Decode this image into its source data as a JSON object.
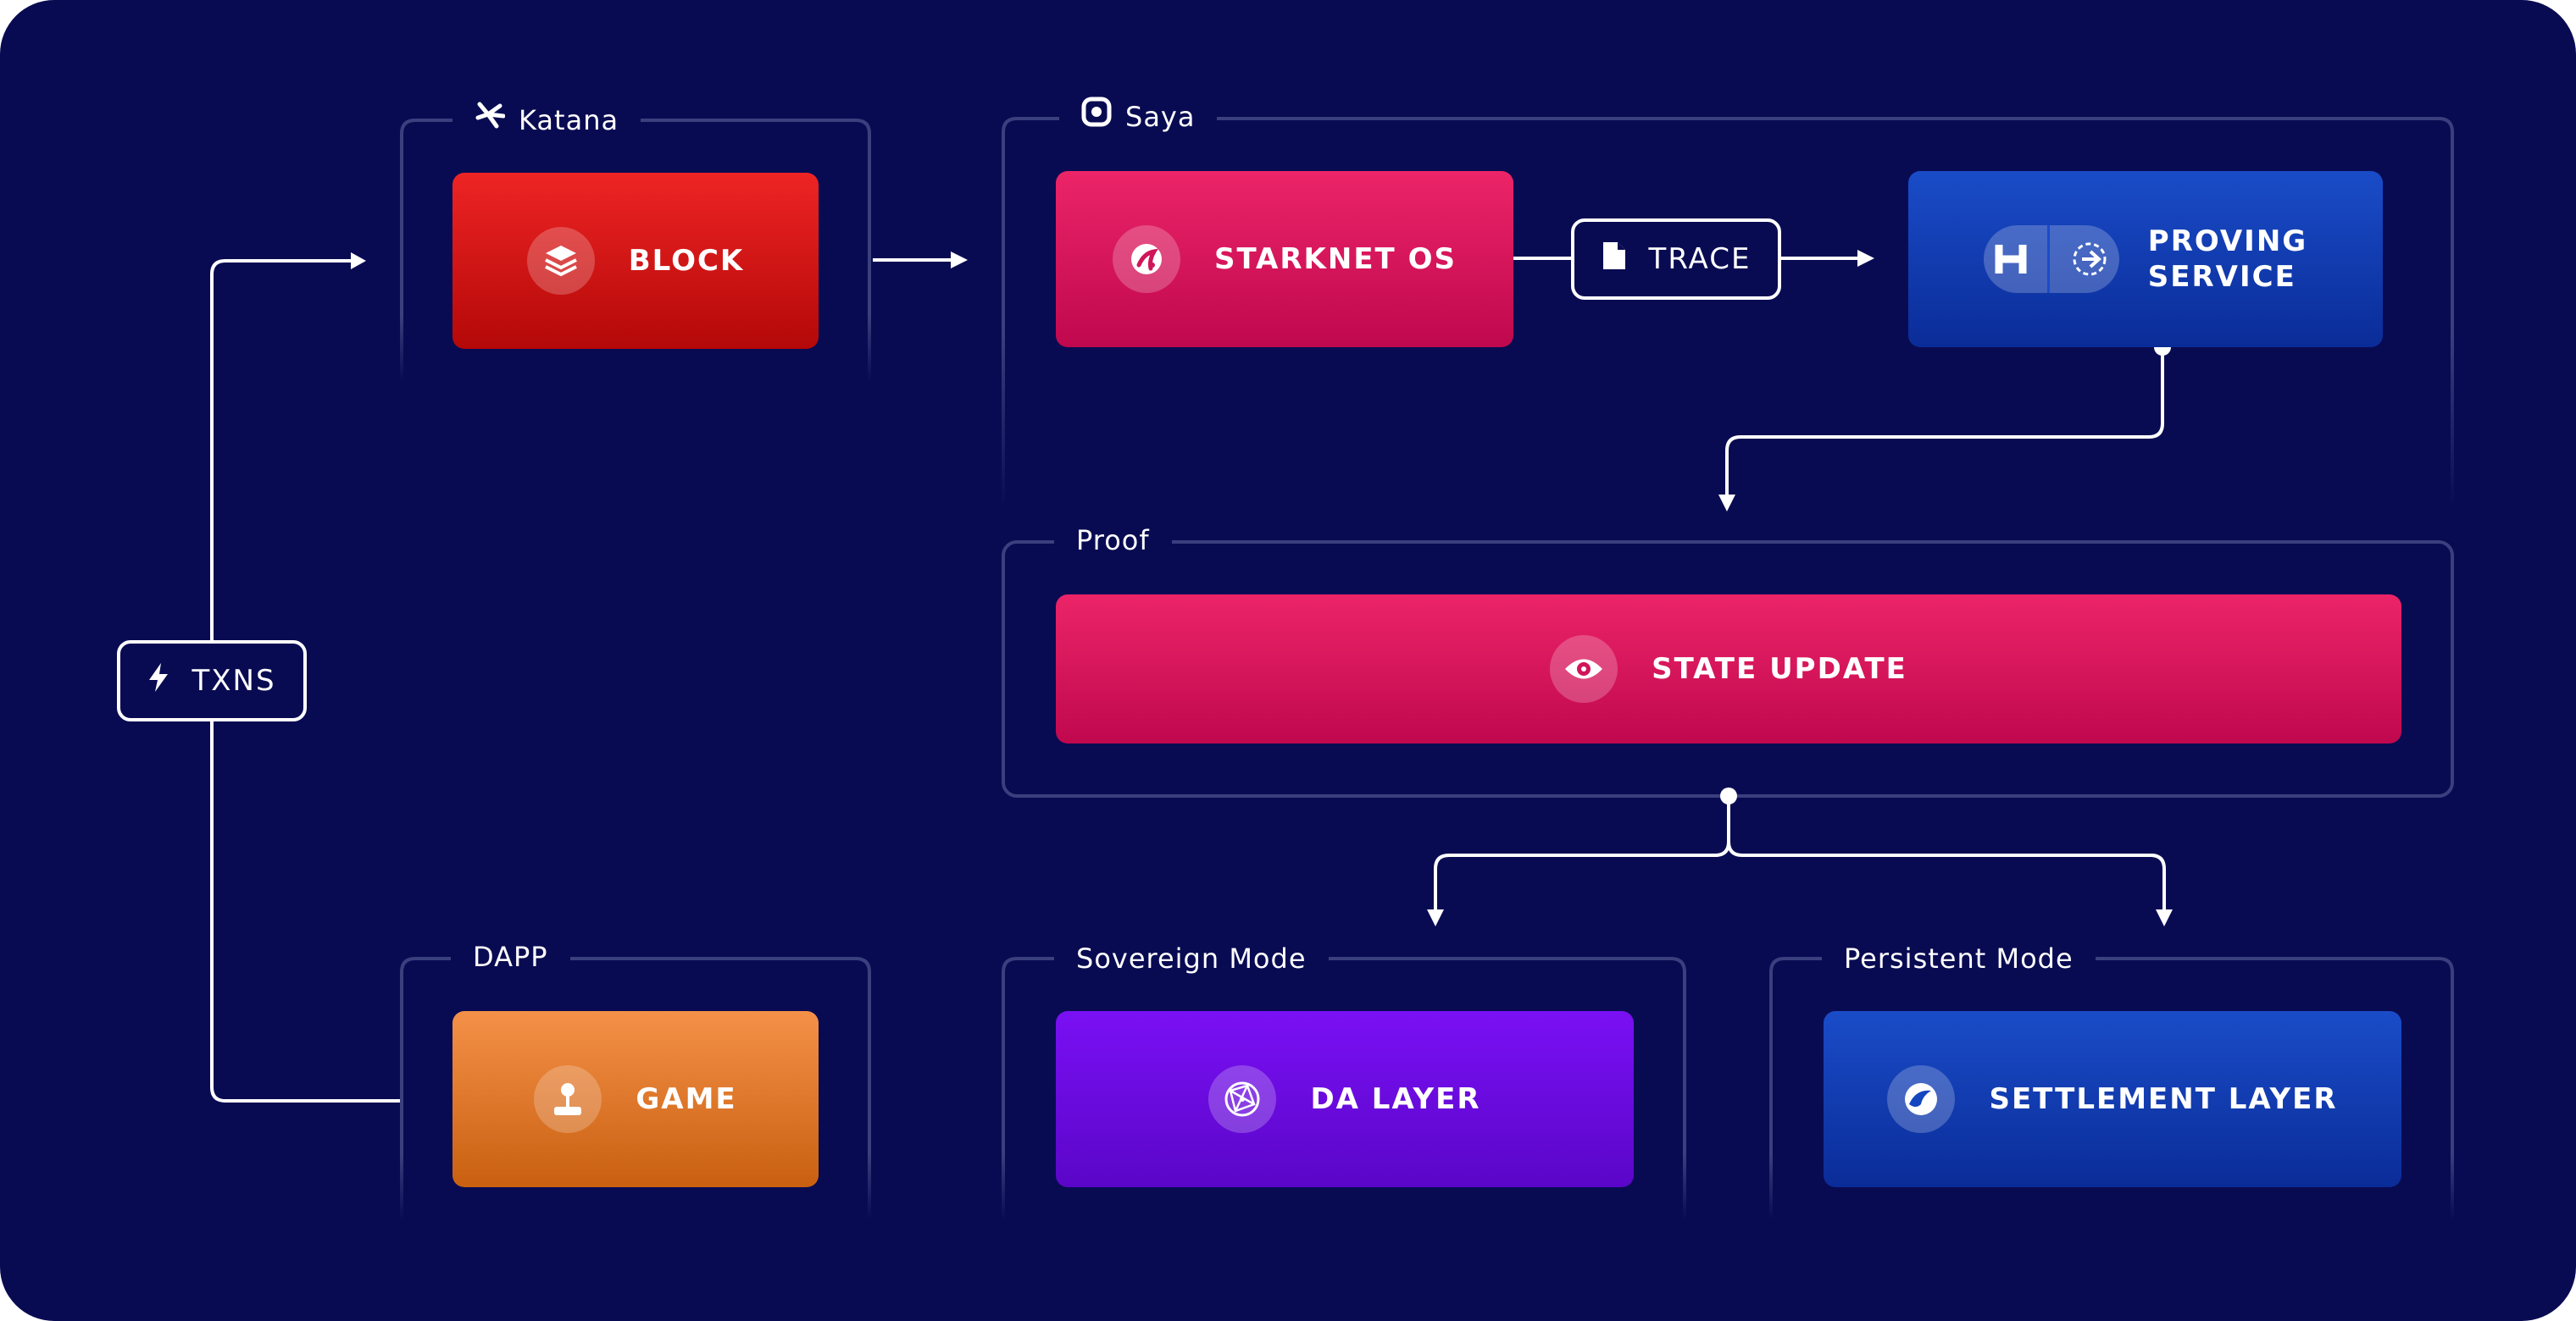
{
  "colors": {
    "background": "#090b52",
    "block": "#e01a1a",
    "starknet": "#e8215f",
    "proving": "#1446c0",
    "state_update": "#e8215f",
    "game": "#f08030",
    "da_layer": "#7209ec",
    "settlement": "#1446c0"
  },
  "groups": {
    "katana": "Katana",
    "saya": "Saya",
    "proof": "Proof",
    "dapp": "DAPP",
    "sovereign": "Sovereign Mode",
    "persistent": "Persistent Mode"
  },
  "nodes": {
    "block": {
      "label": "BLOCK",
      "icon": "layers-icon"
    },
    "starknet_os": {
      "label": "STARKNET OS",
      "icon": "starknet-icon"
    },
    "trace": {
      "label": "TRACE",
      "icon": "document-icon"
    },
    "proving_service": {
      "line1": "PROVING",
      "line2": "SERVICE",
      "icon": "herodotus-icon"
    },
    "state_update": {
      "label": "STATE UPDATE",
      "icon": "eye-icon"
    },
    "txns": {
      "label": "TXNS",
      "icon": "lightning-icon"
    },
    "game": {
      "label": "GAME",
      "icon": "joystick-icon"
    },
    "da_layer": {
      "label": "DA LAYER",
      "icon": "globe-icon"
    },
    "settlement_layer": {
      "label": "SETTLEMENT LAYER",
      "icon": "ethereum-icon"
    }
  }
}
